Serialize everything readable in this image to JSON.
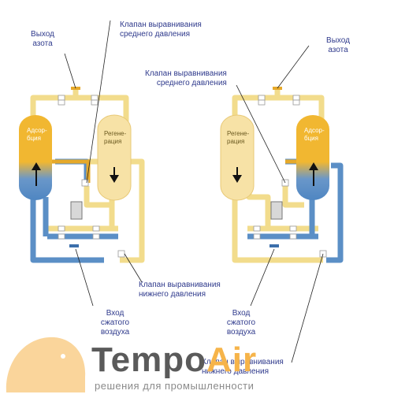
{
  "diagram": {
    "left": {
      "outlet_label": "Выход\nазота",
      "valve_mid_label": "Клапан выравнивания\nсреднего давления",
      "valve_low_label": "Клапан выравнивания\nнижнего давления",
      "inlet_label": "Вход\nсжатого\nвоздуха",
      "tower_adsorption": "Адсор-\nбция",
      "tower_regeneration": "Регене-\nрация"
    },
    "right": {
      "outlet_label": "Выход\nазота",
      "valve_mid_label": "Клапан выравнивания\nсреднего давления",
      "valve_low_label": "Клапан выравнивания\nнижнего давления",
      "inlet_label": "Вход\nсжатого\nвоздуха",
      "tower_adsorption": "Адсор-\nбция",
      "tower_regeneration": "Регене-\nрация"
    },
    "colors": {
      "pipe_yellow": "#f2dc8c",
      "pipe_blue": "#5b8fc6",
      "adsorbent_orange": "#f1b731",
      "regeneration_fill": "#f7e2a6",
      "label_blue": "#2f3a8c"
    }
  },
  "brand": {
    "name_part1": "Tempo",
    "name_part2": "Air",
    "tagline": "решения для промышленности"
  }
}
